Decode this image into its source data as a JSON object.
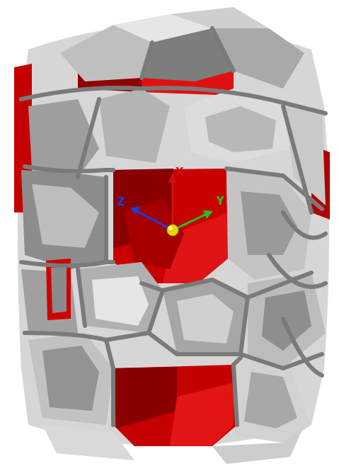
{
  "diagram": {
    "labels": [
      "X",
      "Z",
      "Y"
    ]
  }
}
